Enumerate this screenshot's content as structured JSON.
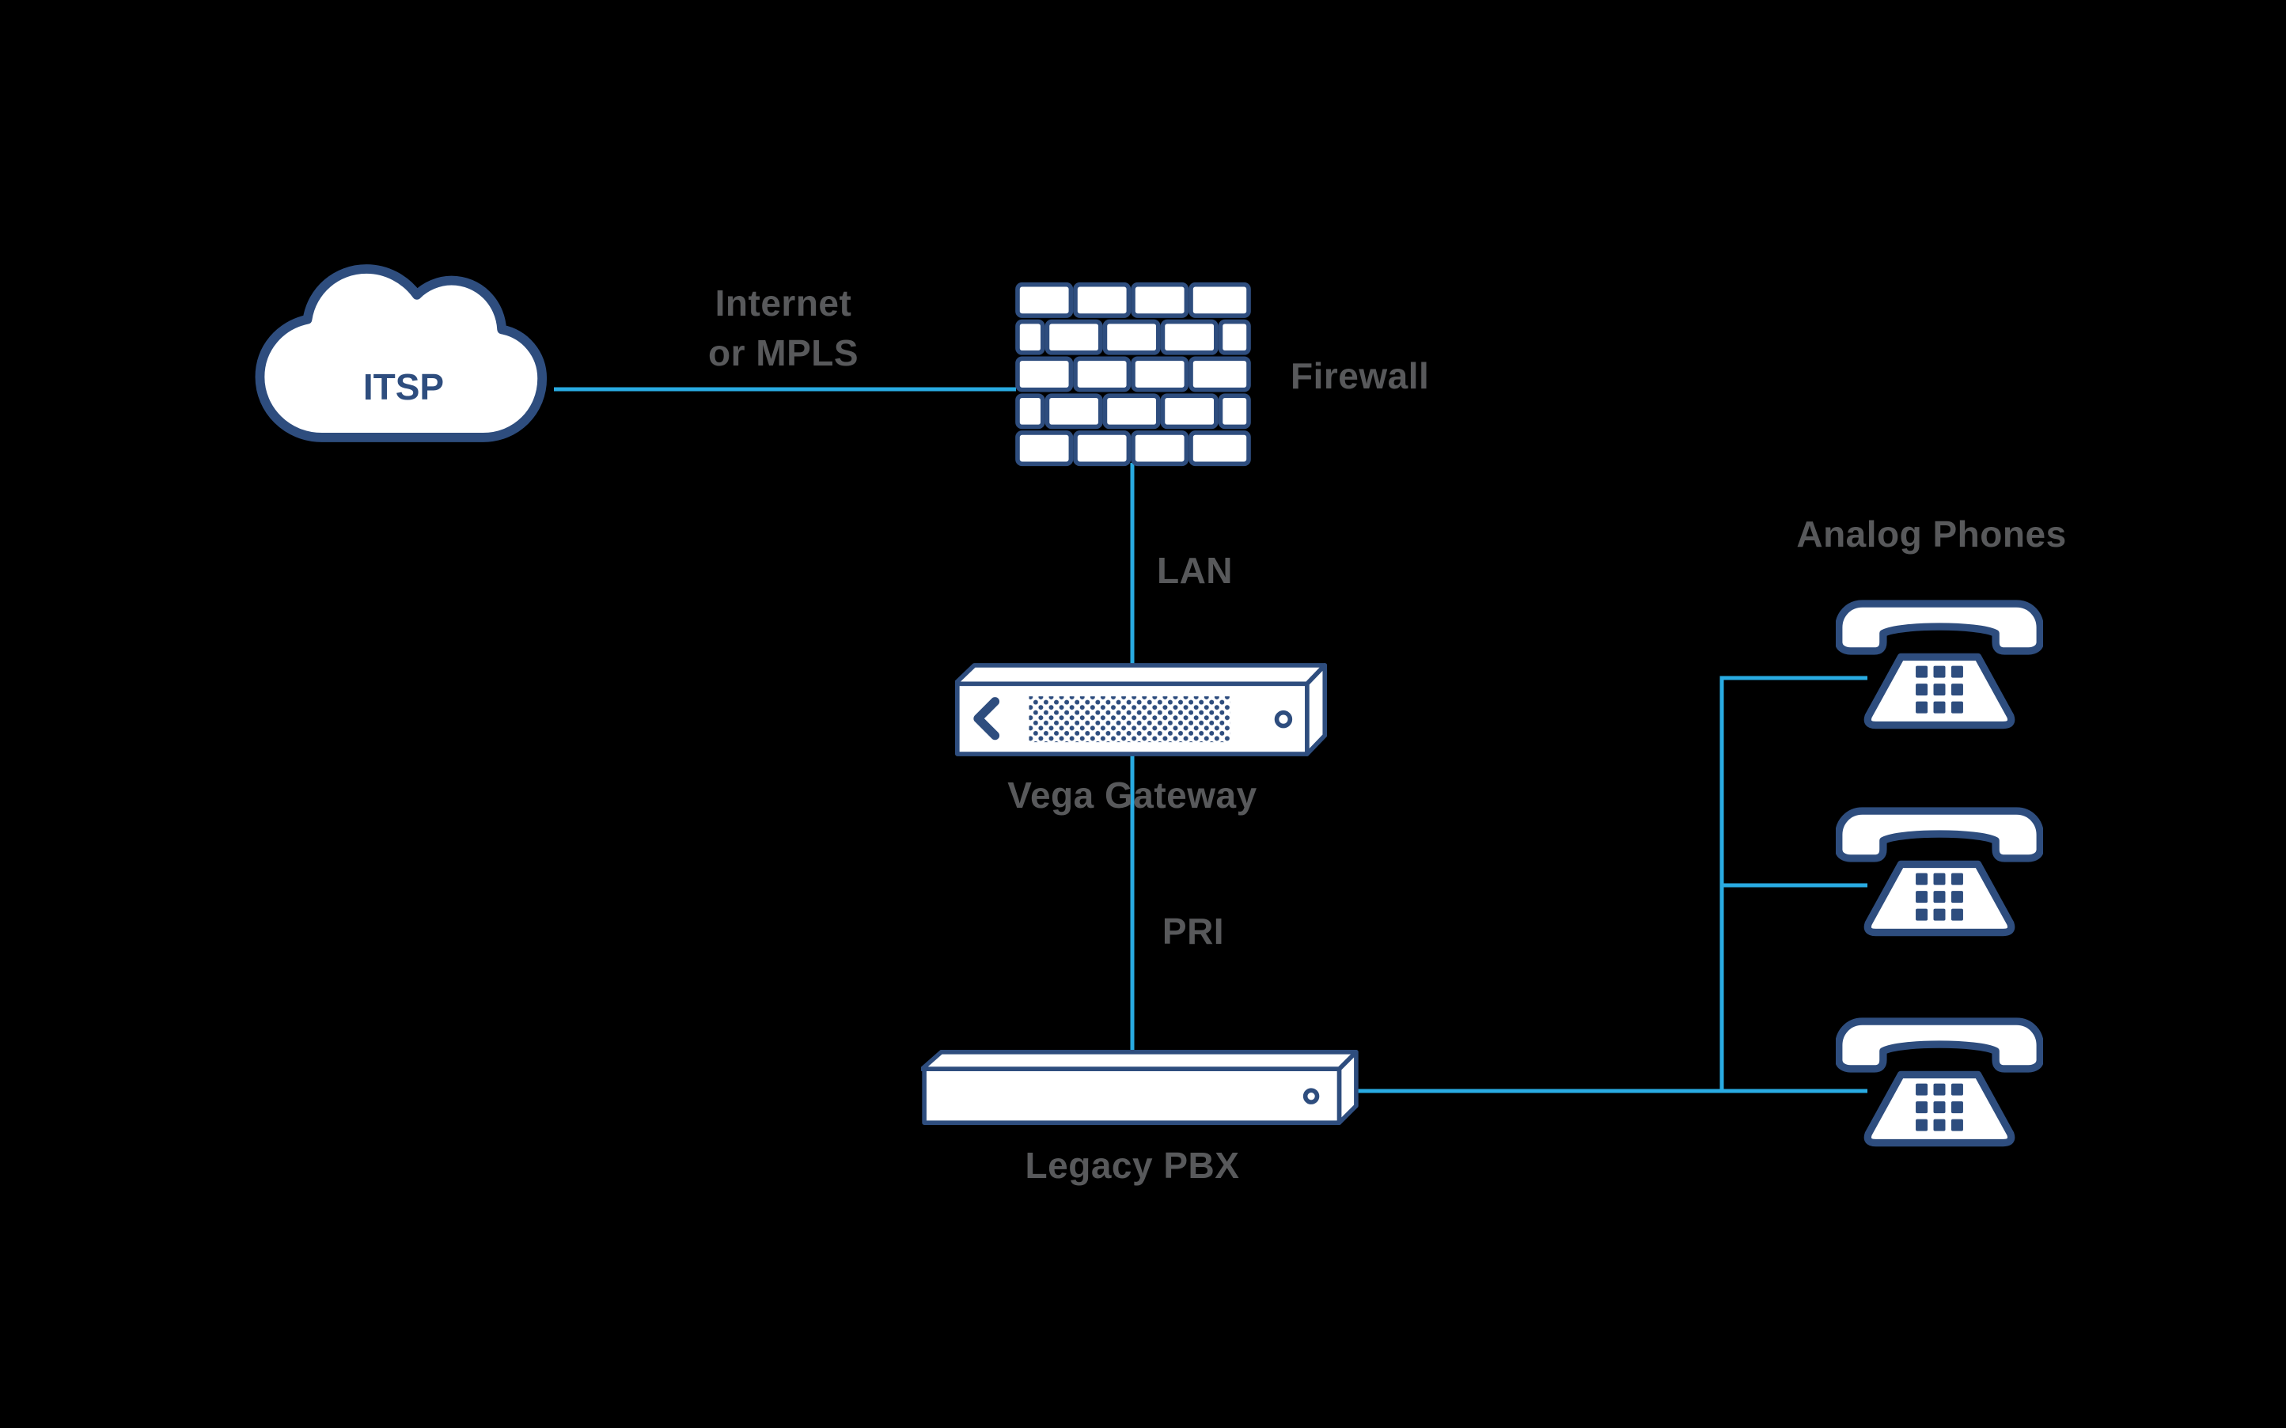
{
  "diagram": {
    "background_color": "#000000",
    "colors": {
      "connector_line": "#29ABE2",
      "device_outline": "#2E4D7E",
      "device_fill": "#FFFFFF",
      "label_text": "#58595B",
      "itsp_text": "#2E4D7E"
    },
    "nodes": {
      "itsp": {
        "label": "ITSP",
        "icon": "cloud-icon"
      },
      "firewall": {
        "label": "Firewall",
        "icon": "firewall-brick-icon"
      },
      "vega_gateway": {
        "label": "Vega Gateway",
        "icon": "gateway-device-icon"
      },
      "legacy_pbx": {
        "label": "Legacy PBX",
        "icon": "pbx-device-icon"
      },
      "analog_phones": {
        "label": "Analog Phones",
        "icon": "phone-icon",
        "count": 3
      }
    },
    "links": {
      "itsp_firewall": {
        "label_line1": "Internet",
        "label_line2": "or MPLS"
      },
      "firewall_gateway": {
        "label": "LAN"
      },
      "gateway_pbx": {
        "label": "PRI"
      },
      "pbx_phones": {
        "label": ""
      }
    }
  }
}
